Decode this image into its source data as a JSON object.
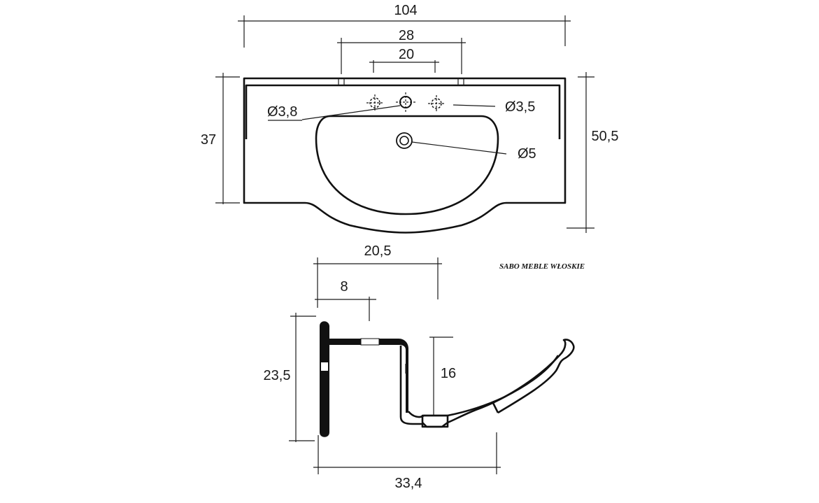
{
  "brand": "SABO MEBLE WŁOSKIE",
  "top_view": {
    "overall_width": "104",
    "tap_holes_span": "28",
    "tap_holes_inner": "20",
    "depth": "37",
    "total_depth": "50,5",
    "tap_hole_diameter": "Ø3,8",
    "side_hole_diameter": "Ø3,5",
    "drain_diameter": "Ø5"
  },
  "side_view": {
    "back_to_bowl": "20,5",
    "back_to_deck": "8",
    "height": "23,5",
    "bowl_depth": "16",
    "overall_depth": "33,4"
  },
  "colors": {
    "line": "#111111",
    "background": "#ffffff"
  }
}
